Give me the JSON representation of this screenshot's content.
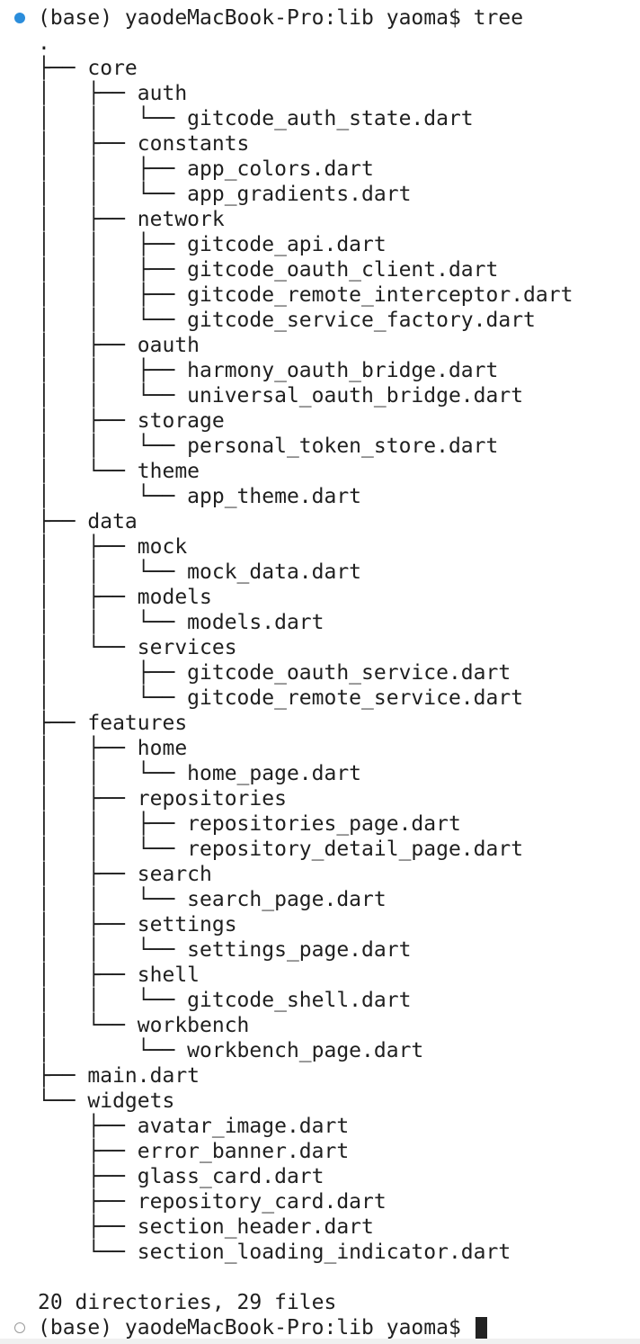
{
  "terminal": {
    "first_prompt": "(base) yaodeMacBook-Pro:lib yaoma$ tree",
    "tree_lines": [
      ".",
      "├── core",
      "│   ├── auth",
      "│   │   └── gitcode_auth_state.dart",
      "│   ├── constants",
      "│   │   ├── app_colors.dart",
      "│   │   └── app_gradients.dart",
      "│   ├── network",
      "│   │   ├── gitcode_api.dart",
      "│   │   ├── gitcode_oauth_client.dart",
      "│   │   ├── gitcode_remote_interceptor.dart",
      "│   │   └── gitcode_service_factory.dart",
      "│   ├── oauth",
      "│   │   ├── harmony_oauth_bridge.dart",
      "│   │   └── universal_oauth_bridge.dart",
      "│   ├── storage",
      "│   │   └── personal_token_store.dart",
      "│   └── theme",
      "│       └── app_theme.dart",
      "├── data",
      "│   ├── mock",
      "│   │   └── mock_data.dart",
      "│   ├── models",
      "│   │   └── models.dart",
      "│   └── services",
      "│       ├── gitcode_oauth_service.dart",
      "│       └── gitcode_remote_service.dart",
      "├── features",
      "│   ├── home",
      "│   │   └── home_page.dart",
      "│   ├── repositories",
      "│   │   ├── repositories_page.dart",
      "│   │   └── repository_detail_page.dart",
      "│   ├── search",
      "│   │   └── search_page.dart",
      "│   ├── settings",
      "│   │   └── settings_page.dart",
      "│   ├── shell",
      "│   │   └── gitcode_shell.dart",
      "│   └── workbench",
      "│       └── workbench_page.dart",
      "├── main.dart",
      "└── widgets",
      "    ├── avatar_image.dart",
      "    ├── error_banner.dart",
      "    ├── glass_card.dart",
      "    ├── repository_card.dart",
      "    ├── section_header.dart",
      "    └── section_loading_indicator.dart"
    ],
    "summary": "20 directories, 29 files",
    "current_prompt": "(base) yaodeMacBook-Pro:lib yaoma$ ",
    "colors": {
      "success_dot": "#2b8ddb",
      "pending_dot": "#9a9a9a"
    }
  }
}
